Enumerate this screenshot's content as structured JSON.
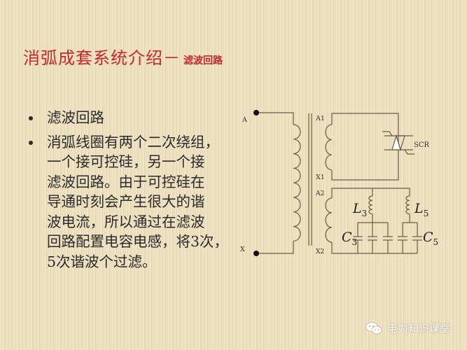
{
  "title": {
    "main": "消弧成套系统介绍－",
    "sub": "滤波回路"
  },
  "bullets": [
    {
      "text": "滤波回路"
    },
    {
      "text": "消弧线圈有两个二次绕组，\n一个接可控硅，另一个接\n滤波回路。由于可控硅在\n导通时刻会产生很大的谐\n波电流，所以通过在滤波\n回路配置电容电感，将3次，\n5次谐波个过滤。"
    }
  ],
  "schematic": {
    "labels": {
      "primary_top": "A",
      "primary_bottom": "X",
      "sec1_top": "A1",
      "sec1_bottom": "X1",
      "sec2_top": "A2",
      "sec2_bottom": "X2",
      "scr": "SCR",
      "l3": "L",
      "l3_sub": "3",
      "l5": "L",
      "l5_sub": "5",
      "c3": "C",
      "c3_sub": "3",
      "c5": "C",
      "c5_sub": "5"
    },
    "line_color": "#6b5a45"
  },
  "watermark": {
    "icon": "wechat-icon",
    "text": "电力知识课堂"
  }
}
